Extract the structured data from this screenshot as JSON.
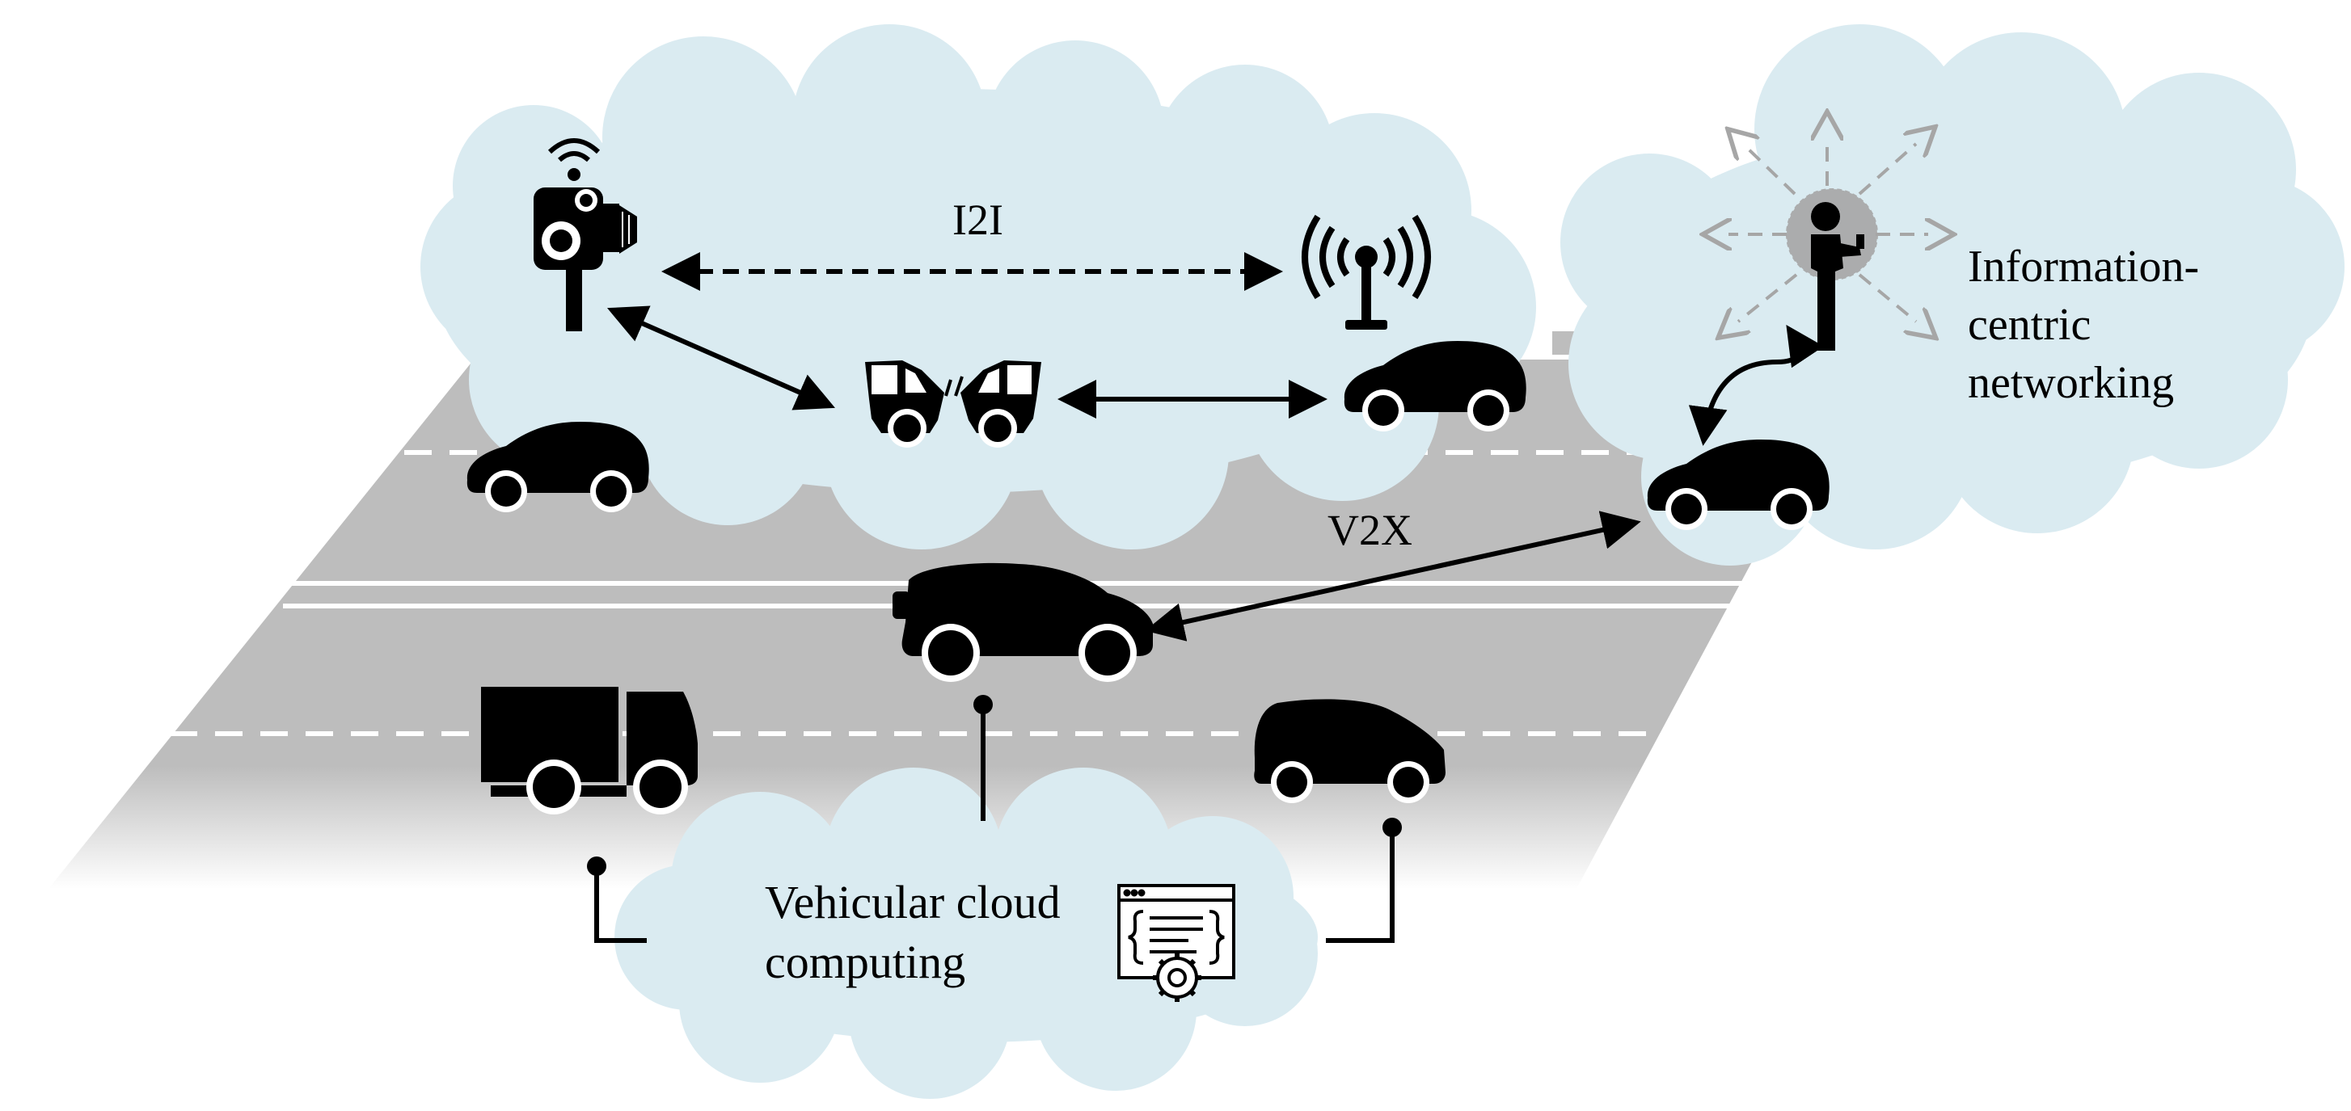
{
  "labels": {
    "i2i": "I2I",
    "v2x": "V2X",
    "icn_line1": "Information-",
    "icn_line2": "centric",
    "icn_line3": "networking",
    "vcc_line1": "Vehicular cloud",
    "vcc_line2": "computing"
  },
  "colors": {
    "cloud": "#daebf1",
    "road": "#bdbdbd",
    "lane_marking": "#ffffff",
    "silhouette": "#000000",
    "broadcast": "#a6a6a6"
  },
  "icons": {
    "camera": "speed-camera-wifi-icon",
    "antenna": "radio-antenna-icon",
    "crash": "car-collision-icon",
    "person": "person-with-phone-icon",
    "cloud_app": "cloud-application-gear-icon",
    "car": "car-icon",
    "suv": "suv-icon",
    "truck": "truck-icon",
    "van": "van-icon"
  }
}
